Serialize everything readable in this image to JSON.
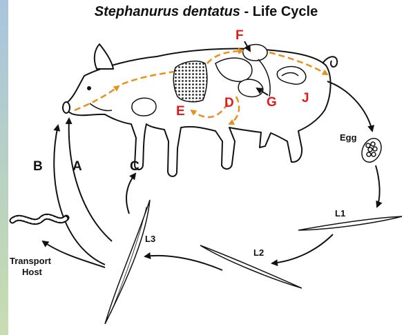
{
  "title": {
    "species": "Stephanurus dentatus",
    "separator": " - ",
    "rest": "Life Cycle"
  },
  "organ_labels": {
    "F": "F",
    "E": "E",
    "D": "D",
    "G": "G",
    "J": "J"
  },
  "route_labels": {
    "A": "A",
    "B": "B",
    "C": "C"
  },
  "stage_labels": {
    "egg": "Egg",
    "l1": "L1",
    "l2": "L2",
    "l3": "L3",
    "transport_line1": "Transport",
    "transport_line2": "Host"
  },
  "colors": {
    "migration_path": "#e8901e",
    "organ_label": "#e01b1b",
    "cycle_arrow": "#111111"
  }
}
